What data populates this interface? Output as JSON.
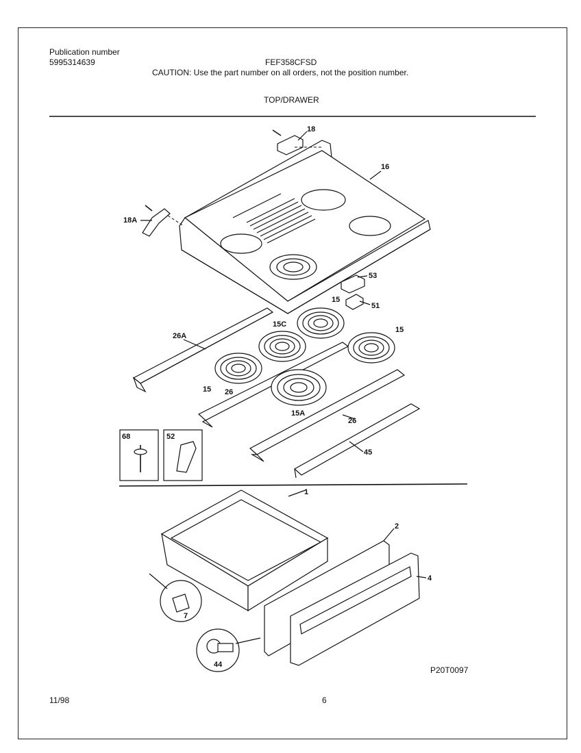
{
  "header": {
    "publication_label": "Publication number",
    "publication_number": "5995314639",
    "model": "FEF358CFSD",
    "caution": "CAUTION:  Use the part number on all orders, not the position number.",
    "section_title": "TOP/DRAWER"
  },
  "footer": {
    "date": "11/98",
    "page": "6",
    "figure_code": "P20T0097"
  },
  "callouts": {
    "p18": "18",
    "p16": "16",
    "p18a": "18A",
    "p53": "53",
    "p51": "51",
    "p15_top": "15",
    "p15c": "15C",
    "p15_right": "15",
    "p26a": "26A",
    "p15_left": "15",
    "p26_left": "26",
    "p15a": "15A",
    "p26_right": "26",
    "p45": "45",
    "p68": "68",
    "p52": "52",
    "p1": "1",
    "p2": "2",
    "p4": "4",
    "p7": "7",
    "p44": "44"
  }
}
